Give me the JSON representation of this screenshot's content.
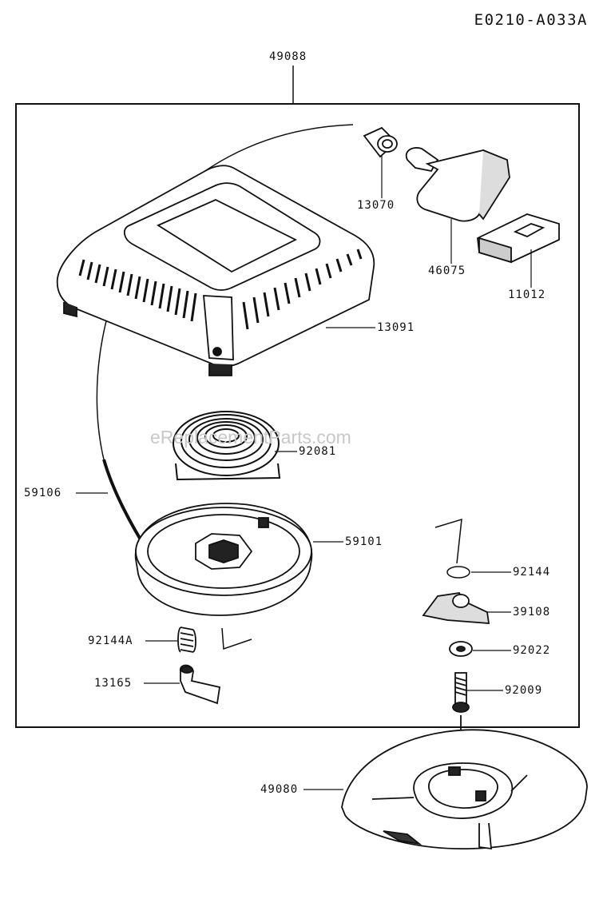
{
  "diagram_code": "E0210-A033A",
  "watermark": "eReplacementParts.com",
  "labels": {
    "p49088": "49088",
    "p13070": "13070",
    "p46075": "46075",
    "p11012": "11012",
    "p13091": "13091",
    "p92081": "92081",
    "p59106": "59106",
    "p59101": "59101",
    "p92144": "92144",
    "p39108": "39108",
    "p92144A": "92144A",
    "p92022": "92022",
    "p13165": "13165",
    "p92009": "92009",
    "p49080": "49080"
  }
}
